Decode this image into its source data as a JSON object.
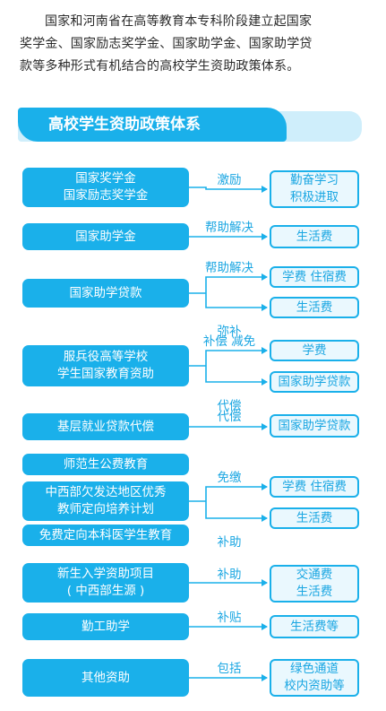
{
  "intro": {
    "lines": [
      "国家和河南省在高等教育本专科阶段建立起国家",
      "奖学金、国家励志奖学金、国家助学金、国家助学贷",
      "款等多种形式有机结合的高校学生资助政策体系。"
    ]
  },
  "title": "高校学生资助政策体系",
  "rows": [
    {
      "left": [
        "国家奖学金",
        "国家励志奖学金"
      ],
      "links": [
        {
          "label": "激励",
          "right": [
            "勤奋学习",
            "积极进取"
          ]
        }
      ]
    },
    {
      "left": [
        "国家助学金"
      ],
      "links": [
        {
          "label": "帮助解决",
          "right": [
            "生活费"
          ]
        }
      ]
    },
    {
      "left": [
        "国家助学贷款"
      ],
      "links": [
        {
          "label": "帮助解决",
          "right": [
            "学费 住宿费"
          ]
        },
        {
          "label": "弥补",
          "right": [
            "生活费"
          ]
        }
      ]
    },
    {
      "left": [
        "服兵役高等学校",
        "学生国家教育资助"
      ],
      "links": [
        {
          "label": "补偿 减免",
          "right": [
            "学费"
          ]
        },
        {
          "label": "代偿",
          "right": [
            "国家助学贷款"
          ]
        }
      ]
    },
    {
      "left": [
        "基层就业贷款代偿"
      ],
      "links": [
        {
          "label": "代偿",
          "right": [
            "国家助学贷款"
          ]
        }
      ]
    },
    {
      "left_group": [
        [
          "师范生公费教育"
        ],
        [
          "中西部欠发达地区优秀",
          "教师定向培养计划"
        ],
        [
          "免费定向本科医学生教育"
        ]
      ],
      "links": [
        {
          "label": "免缴",
          "right": [
            "学费 住宿费"
          ]
        },
        {
          "label": "补助",
          "right": [
            "生活费"
          ]
        }
      ]
    },
    {
      "left": [
        "新生入学资助项目",
        "( 中西部生源 )"
      ],
      "links": [
        {
          "label": "补助",
          "right": [
            "交通费",
            "生活费"
          ]
        }
      ]
    },
    {
      "left": [
        "勤工助学"
      ],
      "links": [
        {
          "label": "补贴",
          "right": [
            "生活费等"
          ]
        }
      ]
    },
    {
      "left": [
        "其他资助"
      ],
      "links": [
        {
          "label": "包括",
          "right": [
            "绿色通道",
            "校内资助等"
          ]
        }
      ]
    }
  ],
  "colors": {
    "accent": "#1ab0ea",
    "label": "#1aa6e2",
    "right_fill": "#eaf8fe",
    "banner_band": "#cfeefb"
  }
}
